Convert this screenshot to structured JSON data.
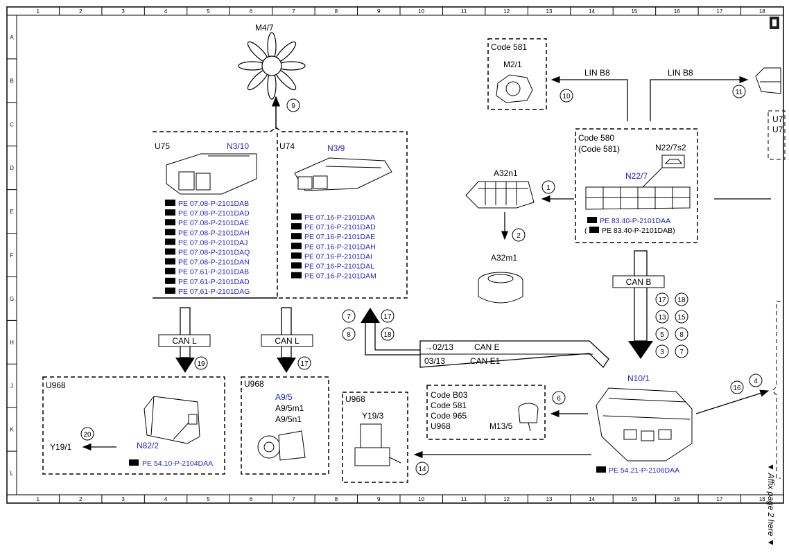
{
  "grid": {
    "cols": [
      "1",
      "2",
      "3",
      "4",
      "5",
      "6",
      "7",
      "8",
      "9",
      "10",
      "11",
      "12",
      "13",
      "14",
      "15",
      "16",
      "17",
      "18"
    ],
    "rows": [
      "A",
      "B",
      "C",
      "D",
      "E",
      "F",
      "G",
      "H",
      "J",
      "K",
      "L"
    ]
  },
  "components": {
    "fan": {
      "label": "M4/7",
      "callout": "9"
    },
    "u75": {
      "group": "U75",
      "id": "N3/10",
      "refs": [
        "PE 07.08-P-2101DAB",
        "PE 07.08-P-2101DAD",
        "PE 07.08-P-2101DAE",
        "PE 07.08-P-2101DAH",
        "PE 07.08-P-2101DAJ",
        "PE 07.08-P-2101DAQ",
        "PE 07.08-P-2101DAN",
        "PE 07.61-P-2101DAB",
        "PE 07.61-P-2101DAD",
        "PE 07.61-P-2101DAG"
      ]
    },
    "u74": {
      "group": "U74",
      "id": "N3/9",
      "refs": [
        "PE 07.16-P-2101DAA",
        "PE 07.16-P-2101DAD",
        "PE 07.16-P-2101DAE",
        "PE 07.16-P-2101DAH",
        "PE 07.16-P-2101DAI",
        "PE 07.16-P-2101DAL",
        "PE 07.16-P-2101DAM"
      ]
    },
    "code581_box": {
      "code": "Code 581",
      "label": "M2/1"
    },
    "lin_left": {
      "label": "LIN B8",
      "callout": "10"
    },
    "lin_right": {
      "label": "LIN B8",
      "callout": "11"
    },
    "n22": {
      "code": "Code 580",
      "code2": "(Code 581)",
      "sub": "N22/7s2",
      "id": "N22/7",
      "ref1": "PE 83.40-P-2101DAA",
      "ref2": "PE 83.40-P-2101DAB)",
      "ref2_prefix": "("
    },
    "right_cut": {
      "line1": "U7",
      "line2": "U7"
    },
    "a32n1": {
      "label": "A32n1",
      "callout": "1"
    },
    "a32m1": {
      "label": "A32m1",
      "callout": "2"
    },
    "can_b": {
      "label": "CAN B",
      "callouts": [
        "17",
        "18",
        "13",
        "15",
        "5",
        "8",
        "3",
        "7"
      ]
    },
    "can_l_left": {
      "label": "CAN L",
      "callout": "19"
    },
    "can_l_right": {
      "label": "CAN L",
      "callout": "17"
    },
    "up_arrow": {
      "callouts_left": [
        "7",
        "8"
      ],
      "callouts_right": [
        "17",
        "18"
      ]
    },
    "can_e": {
      "row1_prefix": "→02/13",
      "row1_label": "CAN E",
      "row2_prefix": "03/13",
      "row2_label": "CAN E1"
    },
    "u968_a": {
      "group": "U968",
      "id": "N82/2",
      "target": "Y19/1",
      "callout": "20",
      "ref": "PE 54.10-P-2104DAA"
    },
    "u968_b": {
      "group": "U968",
      "id": "A9/5",
      "line2": "A9/5m1",
      "line3": "A9/5n1"
    },
    "u968_c": {
      "group": "U968",
      "label": "Y19/3",
      "callout": "14"
    },
    "codes_box": {
      "lines": [
        "Code B03",
        "Code 581",
        "Code 965",
        "U968"
      ],
      "label": "M13/5",
      "callout": "6"
    },
    "n10": {
      "id": "N10/1",
      "ref": "PE 54.21-P-2106DAA",
      "callout_a": "16",
      "callout_b": "4"
    },
    "side_note": "▼ Affix page 2 here ▼"
  },
  "colors": {
    "ink": "#000000",
    "reference_blue": "#1f1fd0"
  }
}
